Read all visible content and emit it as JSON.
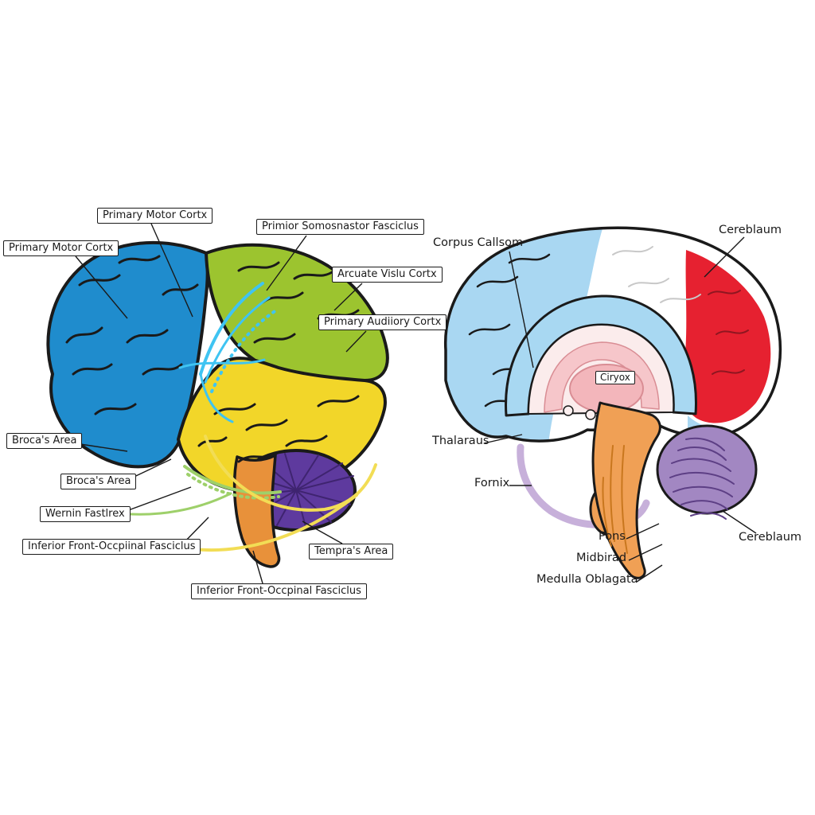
{
  "left_diagram": {
    "labels": {
      "primary_motor_top": "Primary Motor Cortx",
      "primary_motor_left": "Primary Motor Cortx",
      "somatosensory_fasciculus": "Primior Somosnastor Fasciclus",
      "arcuate": "Arcuate Vislu Cortx",
      "auditory": "Primary Audiiory Cortx",
      "brocas_left": "Broca's Area",
      "brocas_lower": "Broca's Area",
      "wernicke": "Wernin Fastlrex",
      "ifof_left": "Inferior Front-Occpiinal Fasciclus",
      "temporal": "Tempra's Area",
      "ifof_bottom": "Inferior Front-Occpinal Fasciclus"
    },
    "colors": {
      "frontal": "#1f8ccd",
      "parietal": "#9cc42f",
      "temporal": "#f2d629",
      "cerebellum": "#5e3a9e",
      "brainstem": "#e8913a",
      "arcuate_fiber": "#3fc4f2",
      "green_fiber": "#9ed06a",
      "yellow_fiber": "#f2dd55"
    }
  },
  "right_diagram": {
    "labels": {
      "corpus_callosum": "Corpus Callsom",
      "cerebellum_top": "Cereblaum",
      "ciryox": "Ciryox",
      "thalamus": "Thalaraus",
      "fornix": "Fornix",
      "pons": "Pons",
      "midbrain": "Midbirad",
      "medulla": "Medulla Oblagata",
      "cerebellum_right": "Cereblaum"
    },
    "colors": {
      "frontal_blue": "#a9d7f2",
      "occipital_red": "#e62130",
      "callosum_band": "#a8d8f2",
      "inner_pink": "#fbecec",
      "cingulate_pink": "#f6c6ca",
      "thalamus_pink": "#f3b6bb",
      "cerebellum_purple": "#a287c2",
      "brainstem_orange": "#f0a055",
      "fornix_lavender": "#c7b0da"
    }
  }
}
